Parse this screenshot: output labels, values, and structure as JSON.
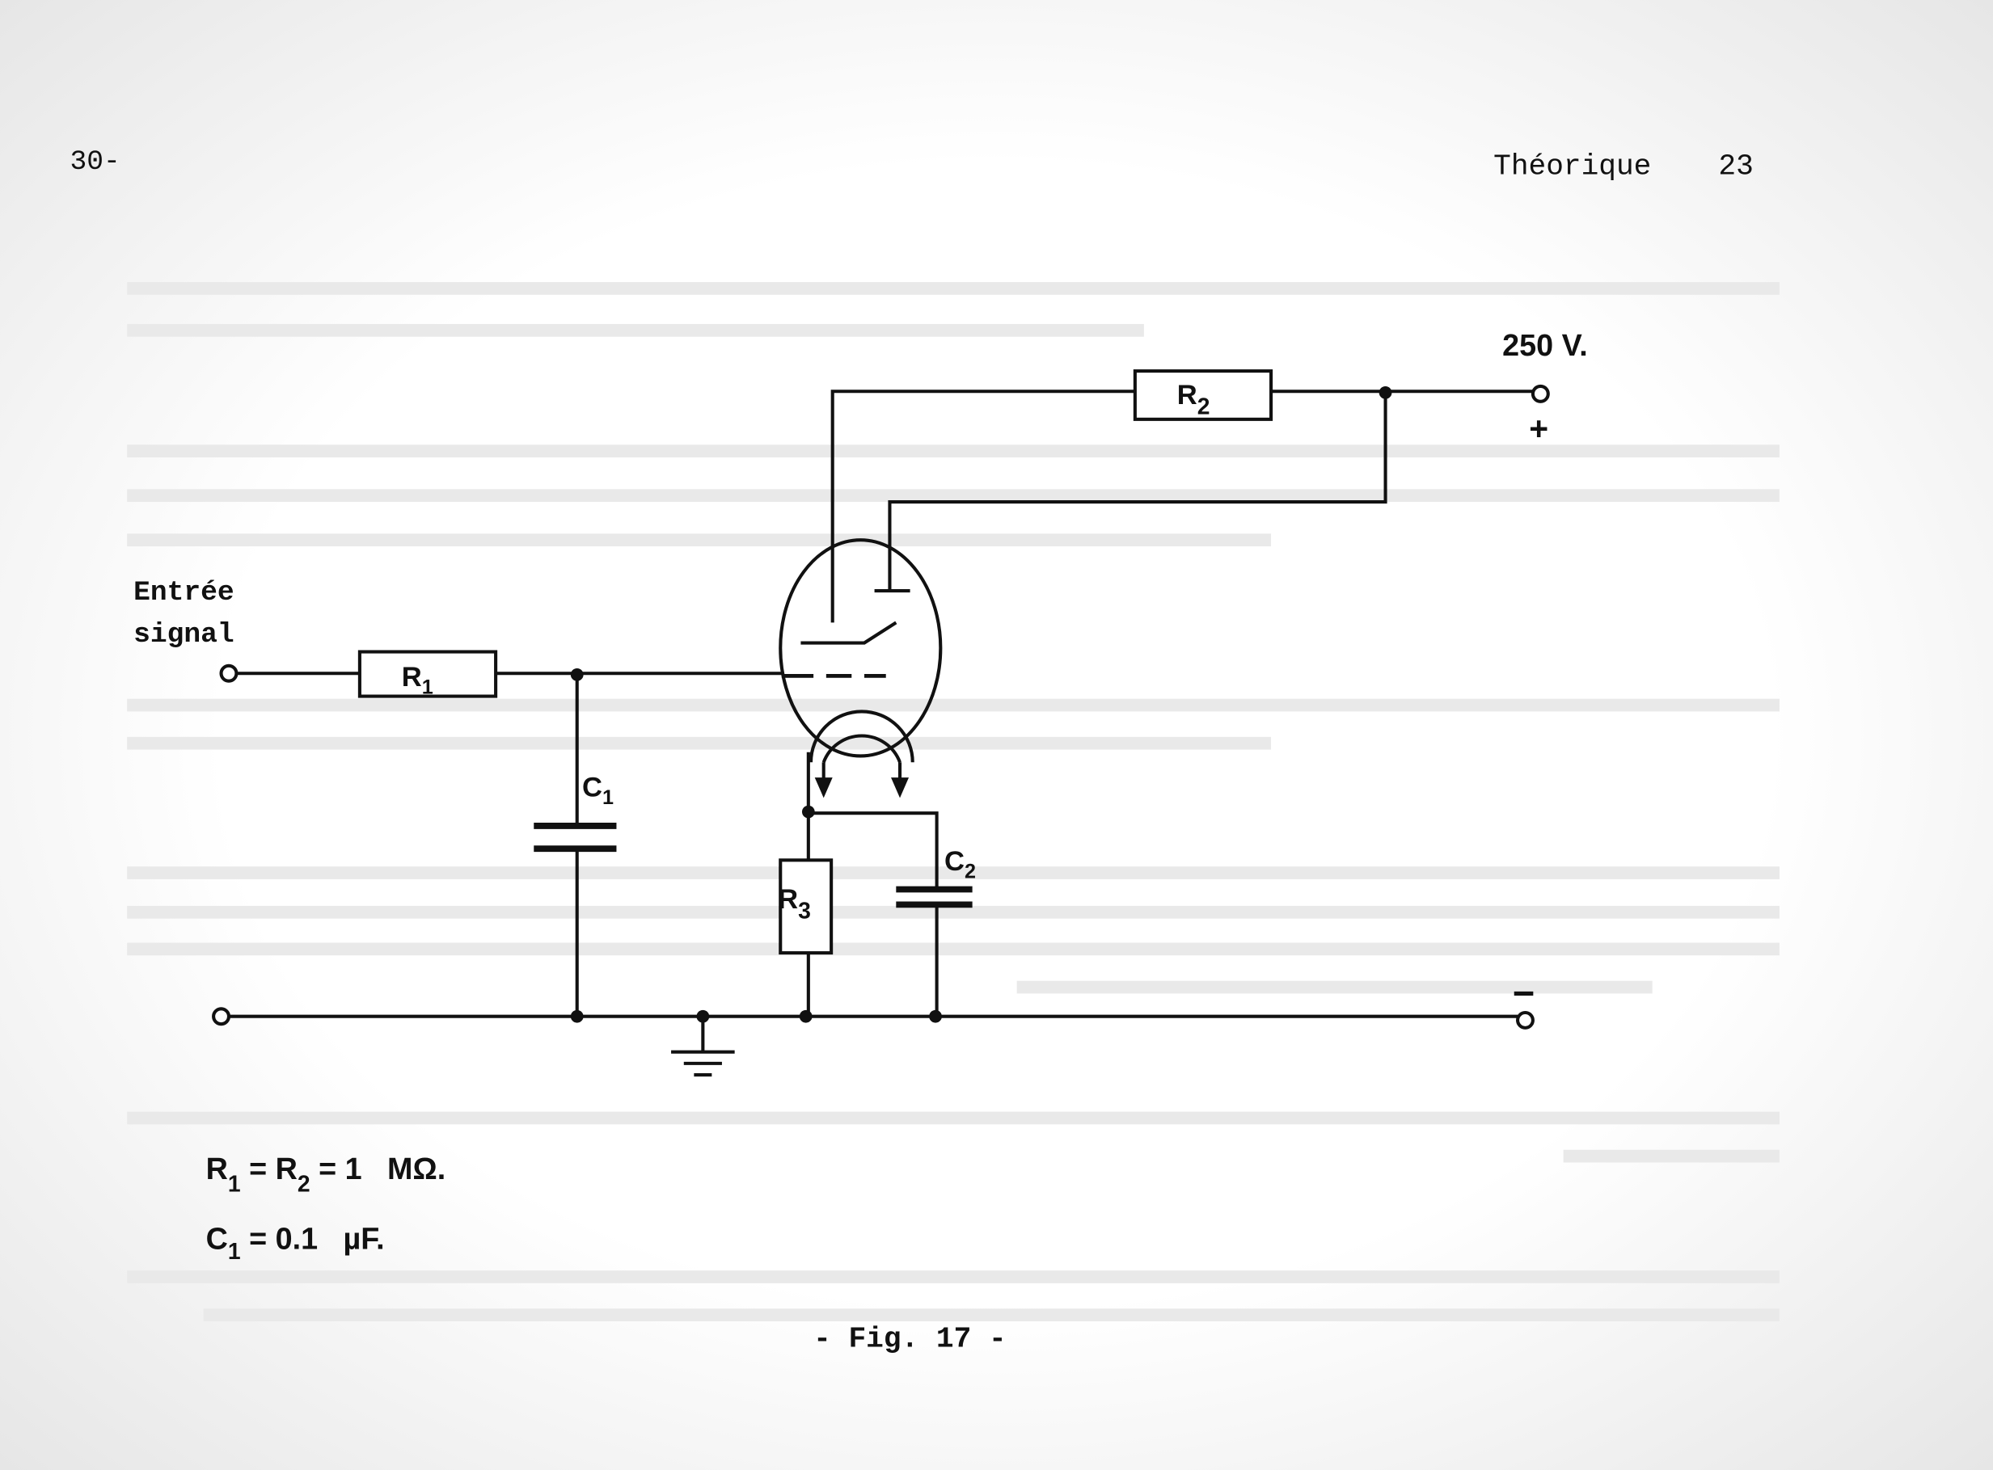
{
  "header": {
    "page_ref": "30-",
    "section": "Théorique",
    "page_number": "23"
  },
  "figure": {
    "supply_voltage": "250 V.",
    "plus_sign": "+",
    "minus_sign": "−",
    "input_label_line1": "Entrée",
    "input_label_line2": "signal",
    "components": {
      "R1": {
        "letter": "R",
        "sub": "1"
      },
      "R2": {
        "letter": "R",
        "sub": "2"
      },
      "R3": {
        "letter": "R",
        "sub": "3"
      },
      "C1": {
        "letter": "C",
        "sub": "1"
      },
      "C2": {
        "letter": "C",
        "sub": "2"
      }
    },
    "caption": "- Fig. 17 -"
  },
  "values": {
    "line1": {
      "a": "R",
      "a_sub": "1",
      "eq1": " = ",
      "b": "R",
      "b_sub": "2",
      "rest": " = 1   MΩ."
    },
    "line2": {
      "a": "C",
      "a_sub": "1",
      "rest": " = 0.1   µF."
    }
  }
}
